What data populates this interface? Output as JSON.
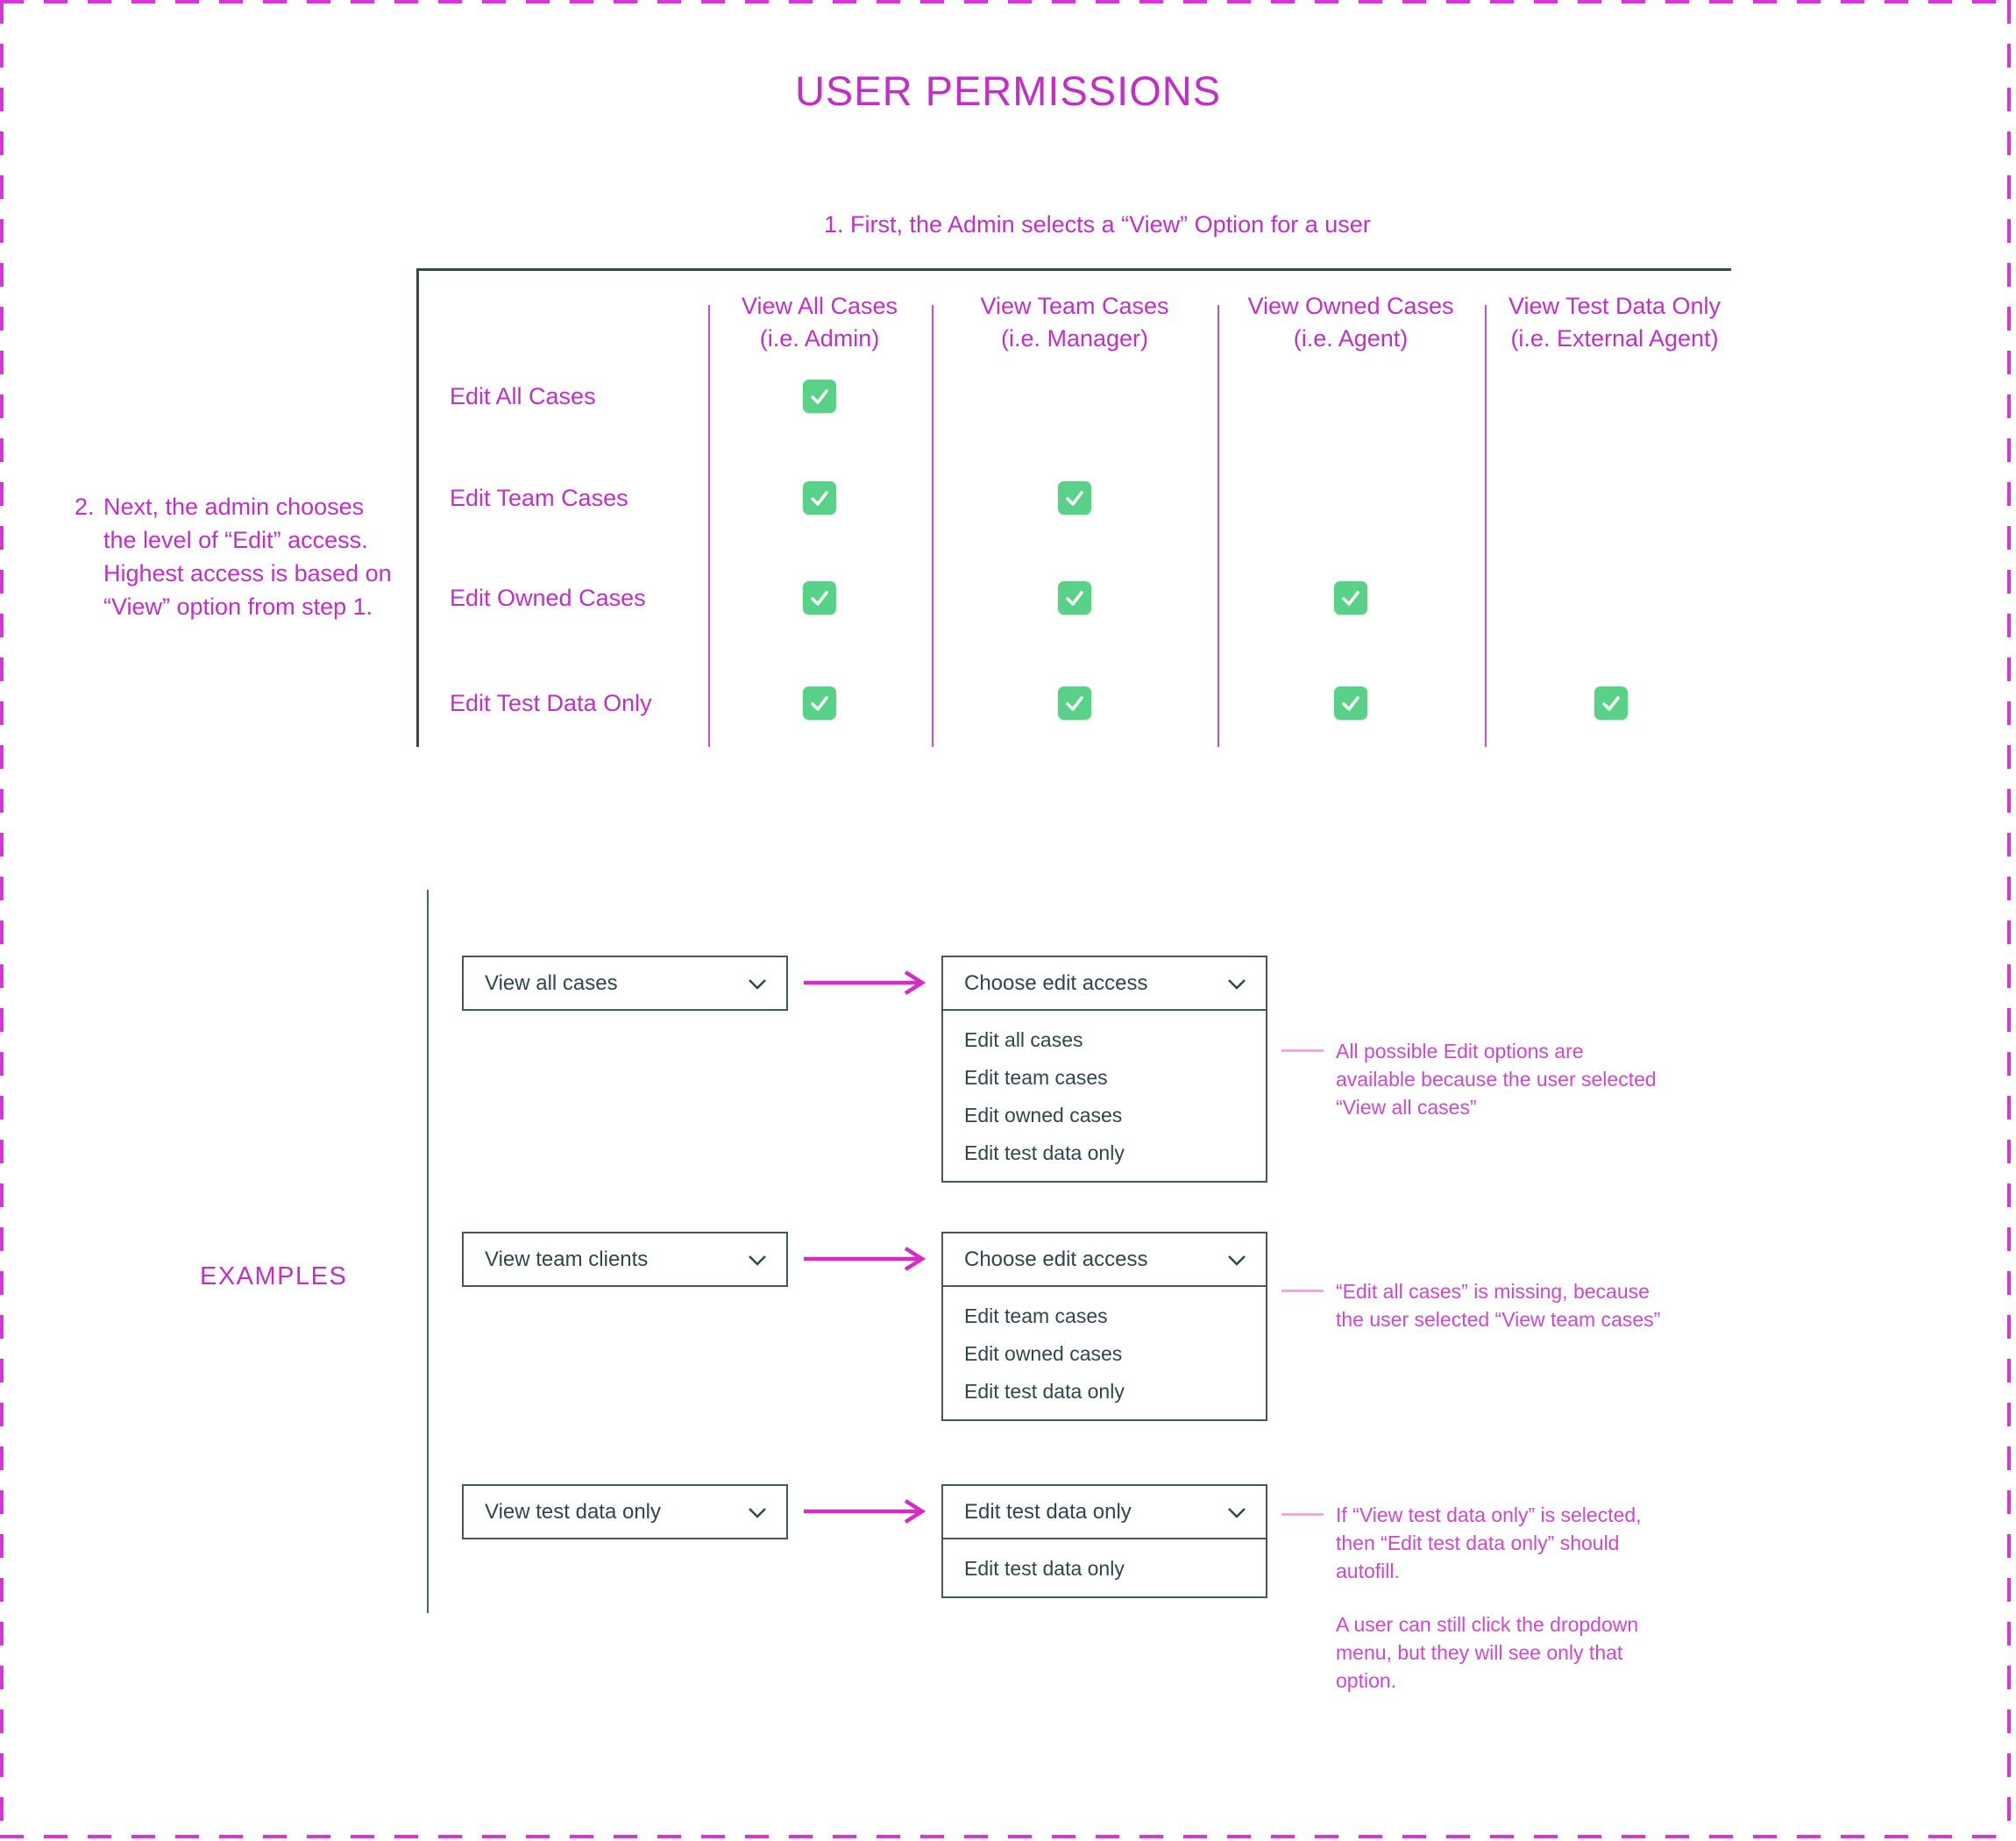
{
  "page": {
    "title": "USER PERMISSIONS",
    "colors": {
      "accent_magenta": "#c22fc7",
      "arrow_magenta": "#d62cc4",
      "leader_pink": "#efa8e3",
      "check_green": "#57d287",
      "dark_slate": "#2f464b",
      "border_dark": "#42585d",
      "dashed_border": "#d536d5"
    }
  },
  "step1": {
    "label": "1. First, the Admin selects a “View” Option for a user"
  },
  "step2": {
    "number": "2.",
    "lines": [
      "Next, the admin chooses",
      "the level of “Edit” access.",
      "Highest access is based on",
      "“View” option from step 1."
    ]
  },
  "matrix": {
    "columns": [
      {
        "line1": "View All Cases",
        "line2": "(i.e. Admin)"
      },
      {
        "line1": "View Team Cases",
        "line2": "(i.e. Manager)"
      },
      {
        "line1": "View Owned Cases",
        "line2": "(i.e. Agent)"
      },
      {
        "line1": "View Test Data Only",
        "line2": "(i.e. External Agent)"
      }
    ],
    "rows": [
      {
        "label": "Edit All Cases",
        "checks": [
          true,
          false,
          false,
          false
        ]
      },
      {
        "label": "Edit Team Cases",
        "checks": [
          true,
          true,
          false,
          false
        ]
      },
      {
        "label": "Edit Owned Cases",
        "checks": [
          true,
          true,
          true,
          false
        ]
      },
      {
        "label": "Edit Test Data Only",
        "checks": [
          true,
          true,
          true,
          true
        ]
      }
    ]
  },
  "examples": {
    "heading": "EXAMPLES",
    "items": [
      {
        "view_select": "View all cases",
        "edit_select": "Choose edit access",
        "menu": [
          "Edit all cases",
          "Edit team cases",
          "Edit owned cases",
          "Edit test data only"
        ],
        "note": [
          "All possible Edit options are",
          "available because the user selected",
          "“View all cases”"
        ]
      },
      {
        "view_select": "View team clients",
        "edit_select": "Choose edit access",
        "menu": [
          "Edit team cases",
          "Edit owned cases",
          "Edit test data only"
        ],
        "note": [
          "“Edit all cases” is missing, because",
          "the user selected “View team cases”"
        ]
      },
      {
        "view_select": "View test data only",
        "edit_select": "Edit test data only",
        "menu": [
          "Edit test data only"
        ],
        "note": [
          "If “View test data only” is selected,",
          "then “Edit test data only” should",
          "autofill."
        ],
        "note2": [
          "A user can still click the dropdown",
          "menu, but they will see only that",
          "option."
        ]
      }
    ]
  }
}
